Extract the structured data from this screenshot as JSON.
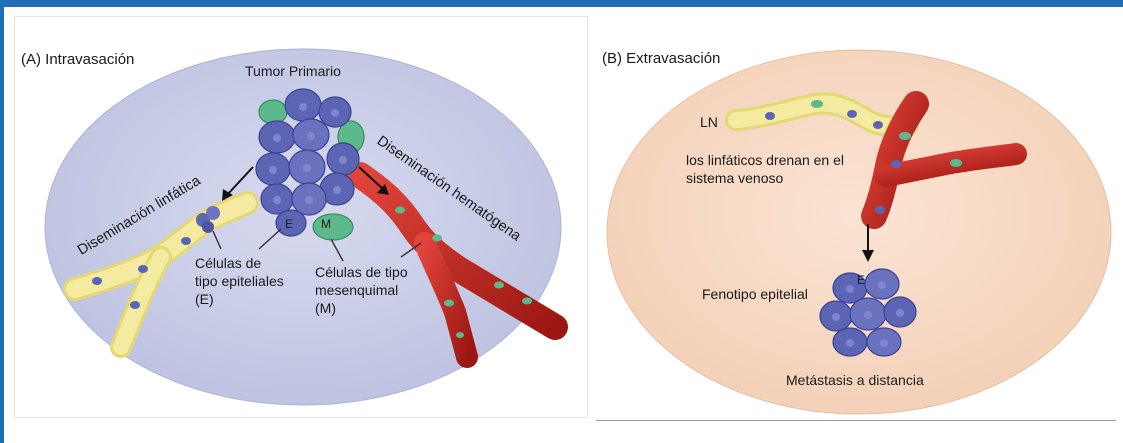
{
  "panel_a": {
    "title": "(A) Intravasación",
    "tumor_label": "Tumor Primario",
    "lymph_label": "Diseminación linfática",
    "blood_label": "Diseminación hematógena",
    "e_letter": "E",
    "m_letter": "M",
    "epithelial_line1": "Células de",
    "epithelial_line2": "tipo epiteliales",
    "epithelial_line3": "(E)",
    "mesenchymal_line1": "Células de tipo",
    "mesenchymal_line2": "mesenquimal",
    "mesenchymal_line3": "(M)"
  },
  "panel_b": {
    "title": "(B) Extravasación",
    "ln_label": "LN",
    "drain_line1": "los linfáticos drenan en el",
    "drain_line2": "sistema venoso",
    "phenotype_label": "Fenotipo epitelial",
    "e_letter": "E",
    "metastasis_label": "Metástasis a distancia"
  },
  "colors": {
    "frame_blue": "#1f6fb8",
    "ellipse_a": "#c9cde6",
    "ellipse_b": "#f7d9c4",
    "tumor_cell": "#5c64b4",
    "mesenchymal_cell": "#5bb98c",
    "lymph_vessel": "#f0e690",
    "blood_vessel": "#c8231e"
  }
}
